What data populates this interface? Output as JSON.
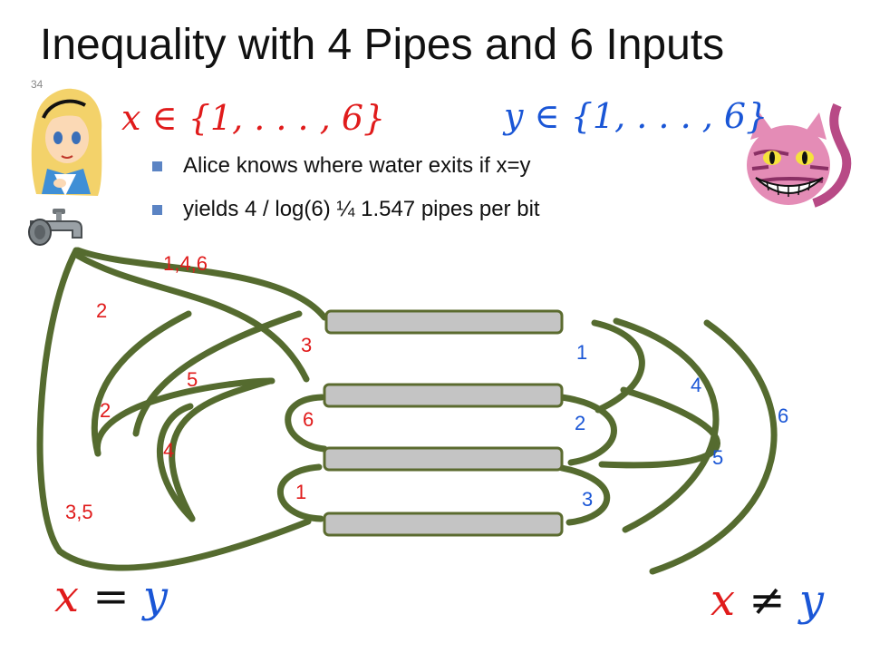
{
  "slide": {
    "title": "Inequality with 4 Pipes and 6 Inputs",
    "number": "34"
  },
  "math": {
    "x_in_set": "x ∈ {1, . . . , 6}",
    "y_in_set": "y ∈ {1, . . . , 6}",
    "x_equals_y_x": "x",
    "x_equals_y_op": "=",
    "x_equals_y_y": "y",
    "x_neq_y_x": "x",
    "x_neq_y_op": "≠",
    "x_neq_y_y": "y"
  },
  "bullets": [
    {
      "text": "Alice knows where water exits if x=y"
    },
    {
      "text": "yields  4 / log(6)  ¼ 1.547 pipes per bit"
    }
  ],
  "left_labels": [
    {
      "text": "1,4,6"
    },
    {
      "text": "2"
    },
    {
      "text": "3"
    },
    {
      "text": "5"
    },
    {
      "text": "2"
    },
    {
      "text": "6"
    },
    {
      "text": "4"
    },
    {
      "text": "1"
    },
    {
      "text": "3,5"
    }
  ],
  "right_labels": [
    {
      "text": "1"
    },
    {
      "text": "4"
    },
    {
      "text": "6"
    },
    {
      "text": "2"
    },
    {
      "text": "5"
    },
    {
      "text": "3"
    }
  ],
  "colors": {
    "wire": "#556b2f",
    "pipe": "#c4c4c4",
    "pipe_edge": "#5b6b2f",
    "label_left": "#e01b1b",
    "label_right": "#1a56d6",
    "bullet": "#5b84c4"
  },
  "icons": {
    "alice": "alice-avatar-icon",
    "cheshire_cat": "cheshire-cat-icon",
    "faucet": "faucet-icon"
  }
}
